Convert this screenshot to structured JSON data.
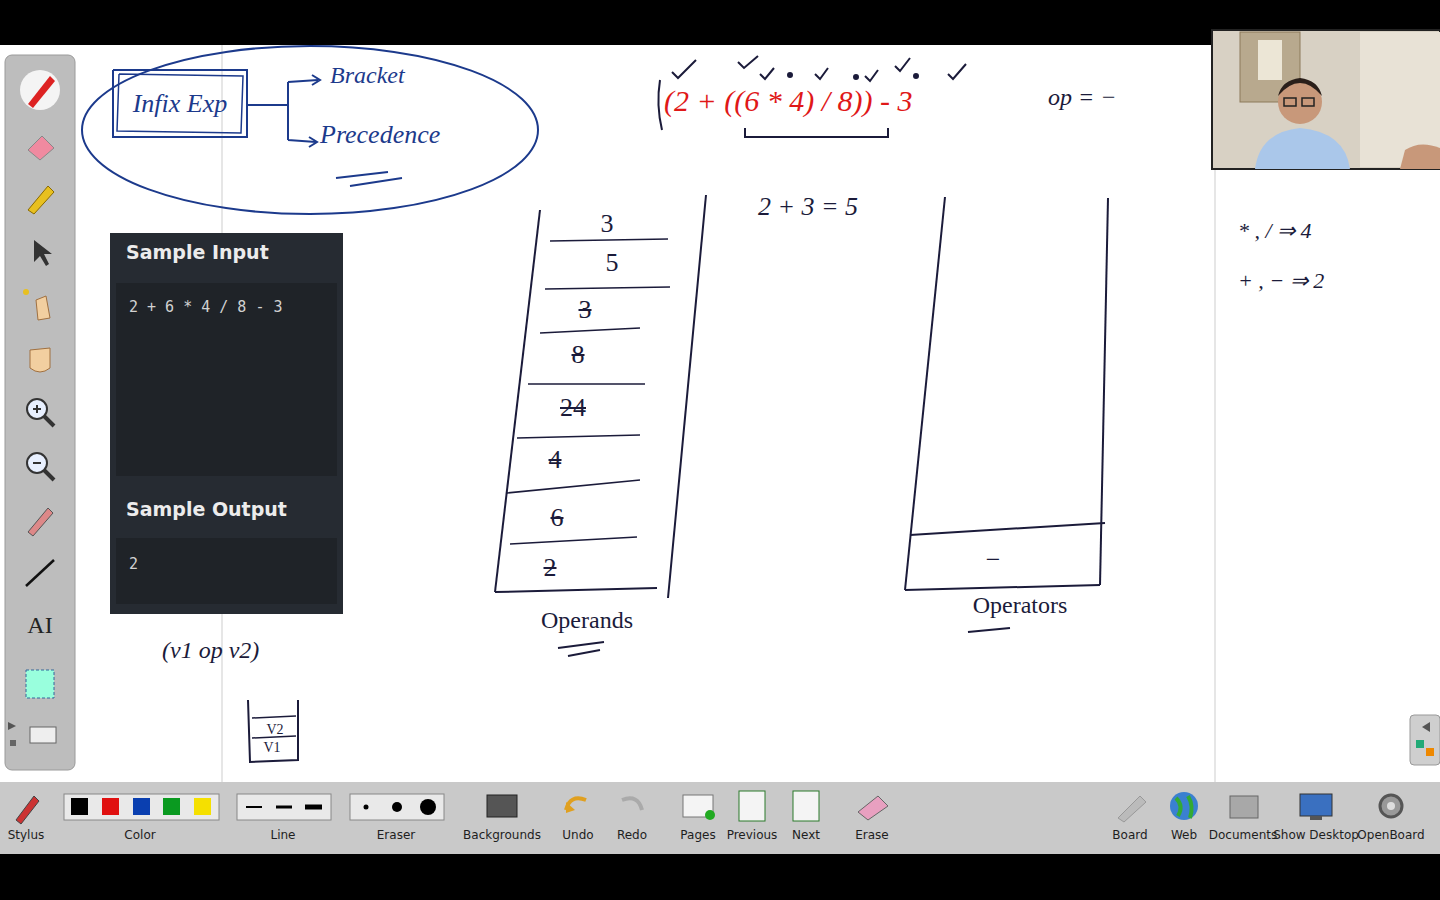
{
  "diagram": {
    "nodes": [
      {
        "text": [
          "Infix Exp"
        ]
      },
      {
        "text": [
          "Sample Input",
          "2 + 6 * 4 / 8 - 3",
          "Sample Output",
          "2"
        ]
      },
      {
        "text": [
          "3",
          "5",
          "3",
          "8",
          "24",
          "4",
          "6",
          "2",
          "Operands"
        ]
      },
      {
        "text": [
          "−",
          "Operators"
        ]
      },
      {
        "text": [
          "V2",
          "V1"
        ]
      }
    ],
    "labels": [
      "Bracket",
      "Precedence",
      "(2 + ((6 * 4) / 8)) - 3",
      "op = −",
      "2 + 3 = 5",
      "* , / ⇒ 4",
      "+ , − ⇒ 2",
      "(v1 op v2)",
      "AI",
      "Stylus",
      "Color",
      "Line",
      "Eraser",
      "Backgrounds",
      "Undo",
      "Redo",
      "Pages",
      "Previous",
      "Next",
      "Erase",
      "Board",
      "Web",
      "Documents",
      "Show Desktop",
      "OpenBoard"
    ]
  }
}
